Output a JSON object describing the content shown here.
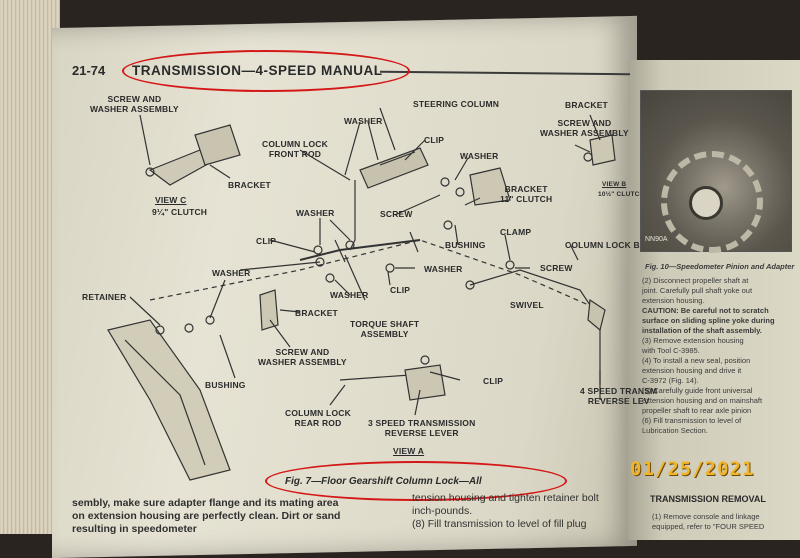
{
  "header": {
    "page_number": "21-74",
    "title": "TRANSMISSION—4-SPEED MANUAL"
  },
  "figure": {
    "caption": "Fig. 7—Floor Gearshift Column Lock—All",
    "labels": {
      "screw_washer_assembly_top": [
        "SCREW AND",
        "WASHER ASSEMBLY"
      ],
      "steering_column": "STEERING COLUMN",
      "washer_top": "WASHER",
      "column_lock_front_rod": [
        "COLUMN LOCK",
        "FRONT ROD"
      ],
      "clip_top": "CLIP",
      "washer_right_top": "WASHER",
      "bracket_c": "BRACKET",
      "view_c": "VIEW C",
      "view_c_sub": "9¼\" CLUTCH",
      "washer_mid": "WASHER",
      "screw_mid": "SCREW",
      "bracket_11": [
        "BRACKET",
        "11\" CLUTCH"
      ],
      "clip_mid": "CLIP",
      "bushing_mid": "BUSHING",
      "clamp": "CLAMP",
      "washer_left": "WASHER",
      "washer_center": "WASHER",
      "screw_right": "SCREW",
      "column_lock_bracket": "COLUMN LOCK BRA",
      "retainer": "RETAINER",
      "washer_low": "WASHER",
      "clip_low": "CLIP",
      "bracket_low": "BRACKET",
      "swivel": "SWIVEL",
      "torque_shaft": [
        "TORQUE SHAFT",
        "ASSEMBLY"
      ],
      "screw_washer_assembly_low": [
        "SCREW AND",
        "WASHER ASSEMBLY"
      ],
      "bushing_low": "BUSHING",
      "clip_bottom": "CLIP",
      "four_speed_lever": [
        "4 SPEED TRANSM",
        "REVERSE LEV"
      ],
      "column_lock_rear_rod": [
        "COLUMN LOCK",
        "REAR ROD"
      ],
      "three_speed_lever": [
        "3 SPEED TRANSMISSION",
        "REVERSE LEVER"
      ],
      "view_a": "VIEW A",
      "screw_washer_right": [
        "SCREW AND",
        "WASHER ASSEMBLY"
      ],
      "bracket_right": "BRACKET",
      "view_b": "VIEW B",
      "view_b_sub": "10½\" CLUTCH"
    }
  },
  "body_text": {
    "col1_line1": "sembly, make sure adapter flange and its mating area",
    "col1_line2": "on extension housing are perfectly clean. Dirt or sand",
    "col1_line3": "                                    resulting  in  speedometer",
    "col2_line1": "tension  housing  and  tighten  retainer  bolt",
    "col2_line2": "inch-pounds.",
    "col2_line3": "(8) Fill transmission to level of fill plug"
  },
  "right_page": {
    "photo_label": "NN90A",
    "fig10_caption": "Fig. 10—Speedometer Pinion and Adapter",
    "lines": [
      "(2) Disconnect propeller shaft at",
      "joint. Carefully pull shaft yoke out",
      "extension housing.",
      "CAUTION: Be careful not to scratch",
      "surface on sliding spline yoke during",
      "installation of the shaft assembly.",
      "(3) Remove extension housing",
      "with Tool C-3985.",
      "(4) To install a new seal, position",
      "extension housing and drive it",
      "C-3972 (Fig. 14).",
      "(5) Carefully guide front universal",
      "extension housing and on mainshaft",
      "propeller shaft to rear axle pinion",
      "(6) Fill transmission to level of",
      "Lubrication Section."
    ],
    "removal_heading": "TRANSMISSION REMOVAL",
    "removal_line1": "(1) Remove console and linkage",
    "removal_line2": "equipped, refer to \"FOUR SPEED"
  },
  "date_stamp": "01/25/2021",
  "colors": {
    "annotation_red": "#d41818",
    "date_stamp": "#f0b428"
  }
}
